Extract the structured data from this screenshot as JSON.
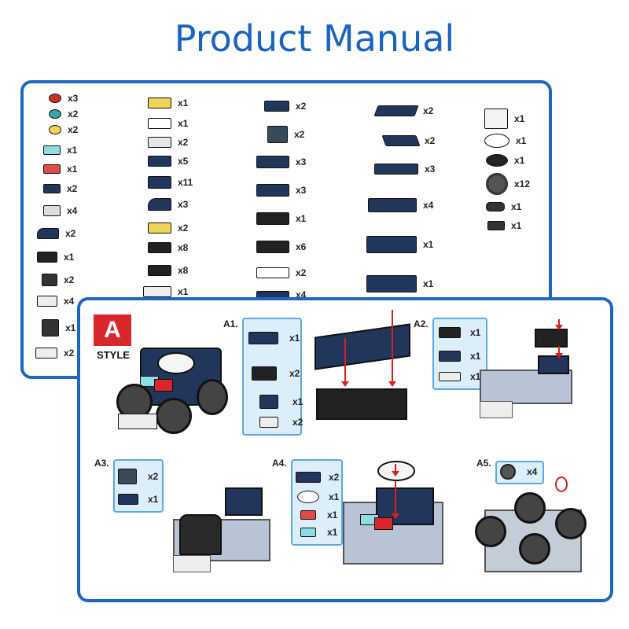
{
  "title": "Product Manual",
  "colors": {
    "brand_blue": "#1e66c0",
    "navy": "#22355a",
    "red": "#d9262c",
    "arrow": "#d72020",
    "step_bg": "#dceefa"
  },
  "parts_list": {
    "col1": [
      "x3",
      "x2",
      "x2",
      "x1",
      "x1",
      "x2",
      "x4",
      "x2",
      "x1",
      "x2",
      "x4",
      "x1",
      "x2"
    ],
    "col2": [
      "x1",
      "x1",
      "x2",
      "x5",
      "x11",
      "x3",
      "x2",
      "x8",
      "x8",
      "x1"
    ],
    "col3": [
      "x2",
      "x2",
      "x3",
      "x3",
      "x1",
      "x6",
      "x2",
      "x4"
    ],
    "col4": [
      "x2",
      "x2",
      "x3",
      "x4",
      "x1",
      "x1"
    ],
    "col5": [
      "x1",
      "x1",
      "x1",
      "x12",
      "x1",
      "x1"
    ]
  },
  "style_badge": {
    "letter": "A",
    "label": "STYLE"
  },
  "steps": {
    "a1": {
      "label": "A1.",
      "qtys": [
        "x1",
        "x2",
        "x1",
        "x2"
      ]
    },
    "a2": {
      "label": "A2.",
      "qtys": [
        "x1",
        "x1",
        "x1"
      ]
    },
    "a3": {
      "label": "A3.",
      "qtys": [
        "x2",
        "x1"
      ]
    },
    "a4": {
      "label": "A4.",
      "qtys": [
        "x2",
        "x1",
        "x1",
        "x1"
      ]
    },
    "a5": {
      "label": "A5.",
      "qtys": [
        "x4"
      ]
    }
  }
}
